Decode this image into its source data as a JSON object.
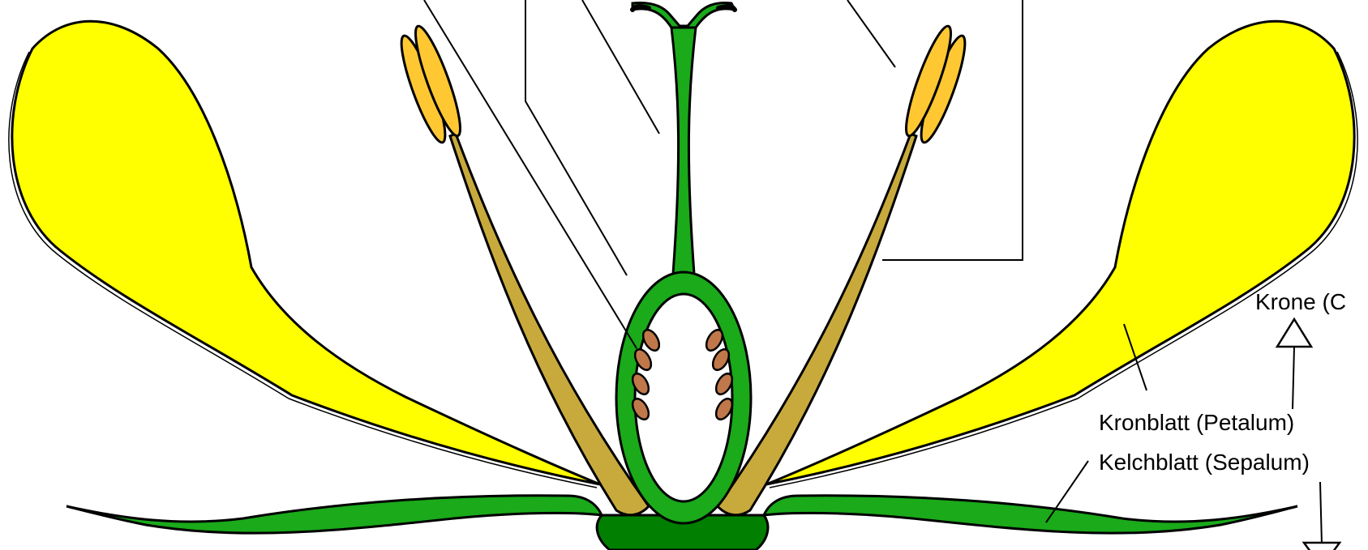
{
  "labels": {
    "krone": "Krone (C",
    "kronblatt": "Kronblatt (Petalum)",
    "kelchblatt": "Kelchblatt (Sepalum)"
  },
  "colors": {
    "petal": "#ffff00",
    "sepal": "#1aaa1a",
    "pistil": "#1aaa1a",
    "receptacle": "#007f00",
    "anther": "#ffc832",
    "filament": "#c8aa3c",
    "ovule": "#c0784a",
    "outline": "#000000",
    "background": "#ffffff"
  }
}
